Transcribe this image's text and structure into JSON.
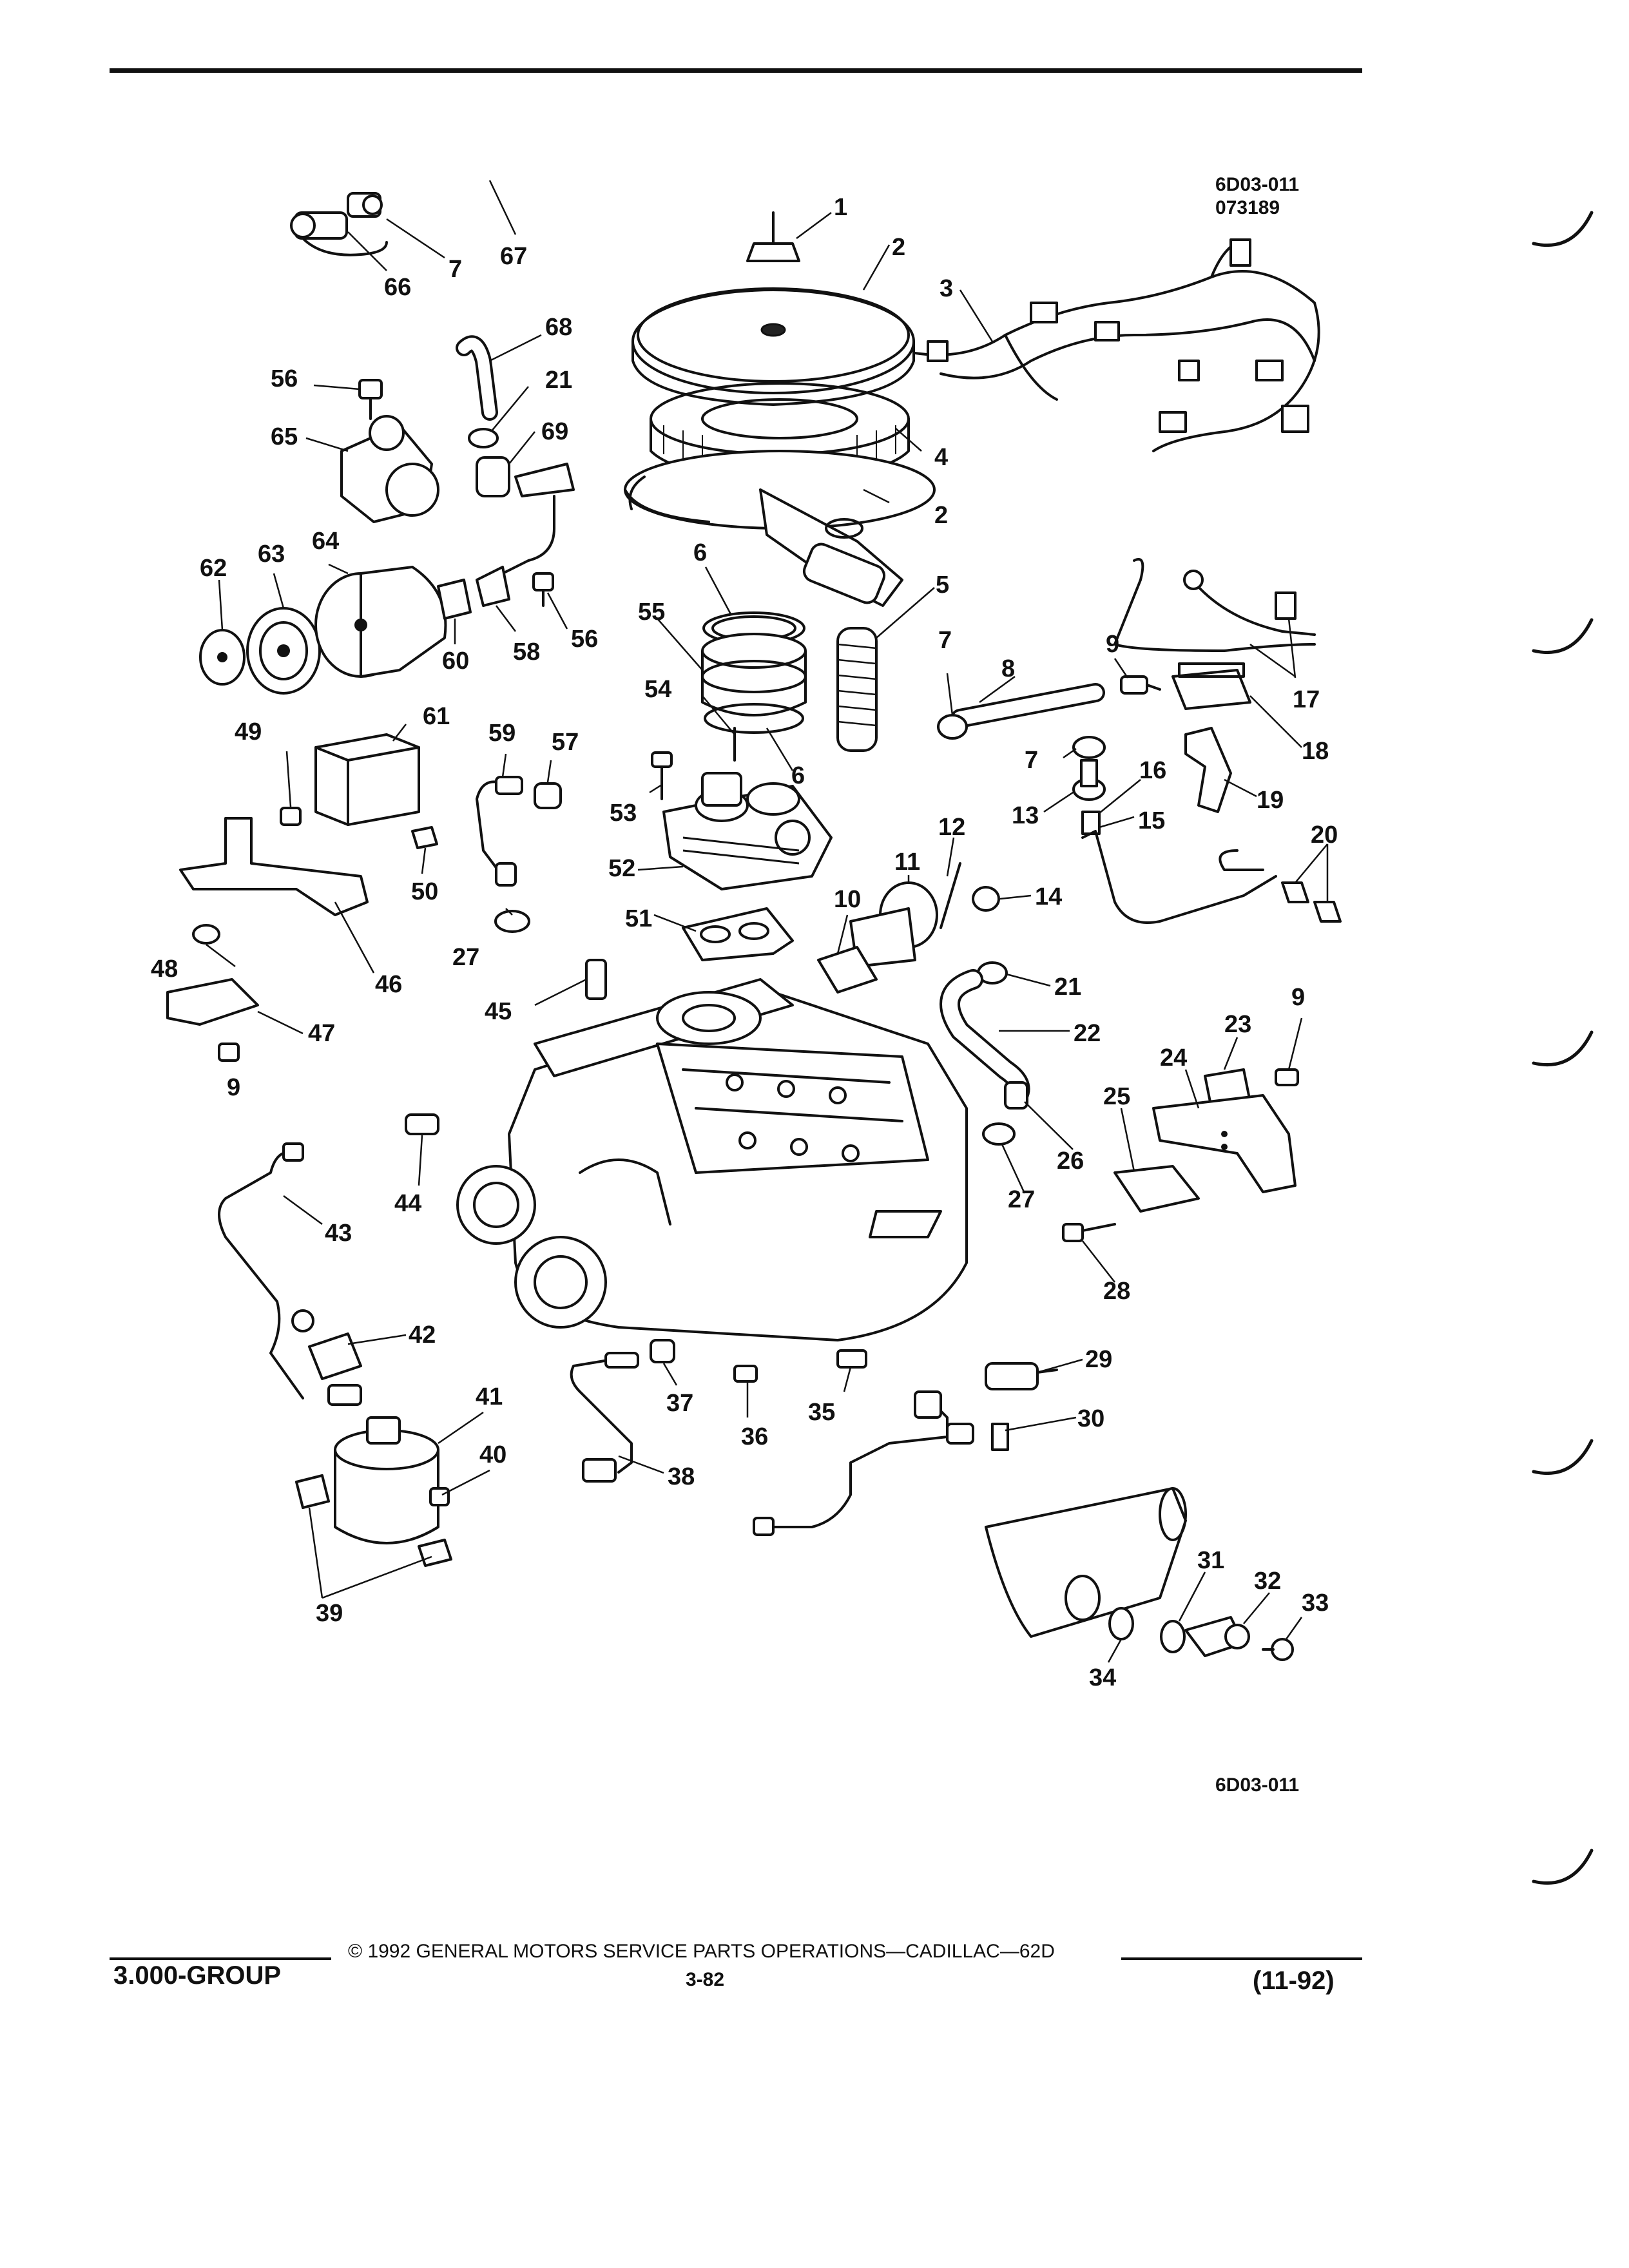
{
  "diagram": {
    "figure_code_top": "6D03-011",
    "date_code_top": "073189",
    "figure_code_bottom": "6D03-011",
    "callouts": {
      "c1": "1",
      "c2a": "2",
      "c2b": "2",
      "c3": "3",
      "c4": "4",
      "c5": "5",
      "c6a": "6",
      "c6b": "6",
      "c7a": "7",
      "c7b": "7",
      "c7c": "7",
      "c8": "8",
      "c9a": "9",
      "c9b": "9",
      "c9c": "9",
      "c10": "10",
      "c11": "11",
      "c12": "12",
      "c13": "13",
      "c14": "14",
      "c15": "15",
      "c16": "16",
      "c17": "17",
      "c18": "18",
      "c19": "19",
      "c20": "20",
      "c21a": "21",
      "c21b": "21",
      "c22": "22",
      "c23": "23",
      "c24": "24",
      "c25": "25",
      "c26": "26",
      "c27a": "27",
      "c27b": "27",
      "c28": "28",
      "c29": "29",
      "c30": "30",
      "c31": "31",
      "c32": "32",
      "c33": "33",
      "c34": "34",
      "c35": "35",
      "c36": "36",
      "c37": "37",
      "c38": "38",
      "c39": "39",
      "c40": "40",
      "c41": "41",
      "c42": "42",
      "c43": "43",
      "c44": "44",
      "c45": "45",
      "c46": "46",
      "c47": "47",
      "c48": "48",
      "c49": "49",
      "c50": "50",
      "c51": "51",
      "c52": "52",
      "c53": "53",
      "c54": "54",
      "c55": "55",
      "c56a": "56",
      "c56b": "56",
      "c57": "57",
      "c58": "58",
      "c59": "59",
      "c60": "60",
      "c61": "61",
      "c62": "62",
      "c63": "63",
      "c64": "64",
      "c65": "65",
      "c66": "66",
      "c67": "67",
      "c68": "68",
      "c69": "69"
    }
  },
  "footer": {
    "group": "3.000-GROUP",
    "copyright": "© 1992 GENERAL MOTORS SERVICE PARTS OPERATIONS—CADILLAC—62D",
    "page_number": "3-82",
    "revision": "(11-92)"
  }
}
